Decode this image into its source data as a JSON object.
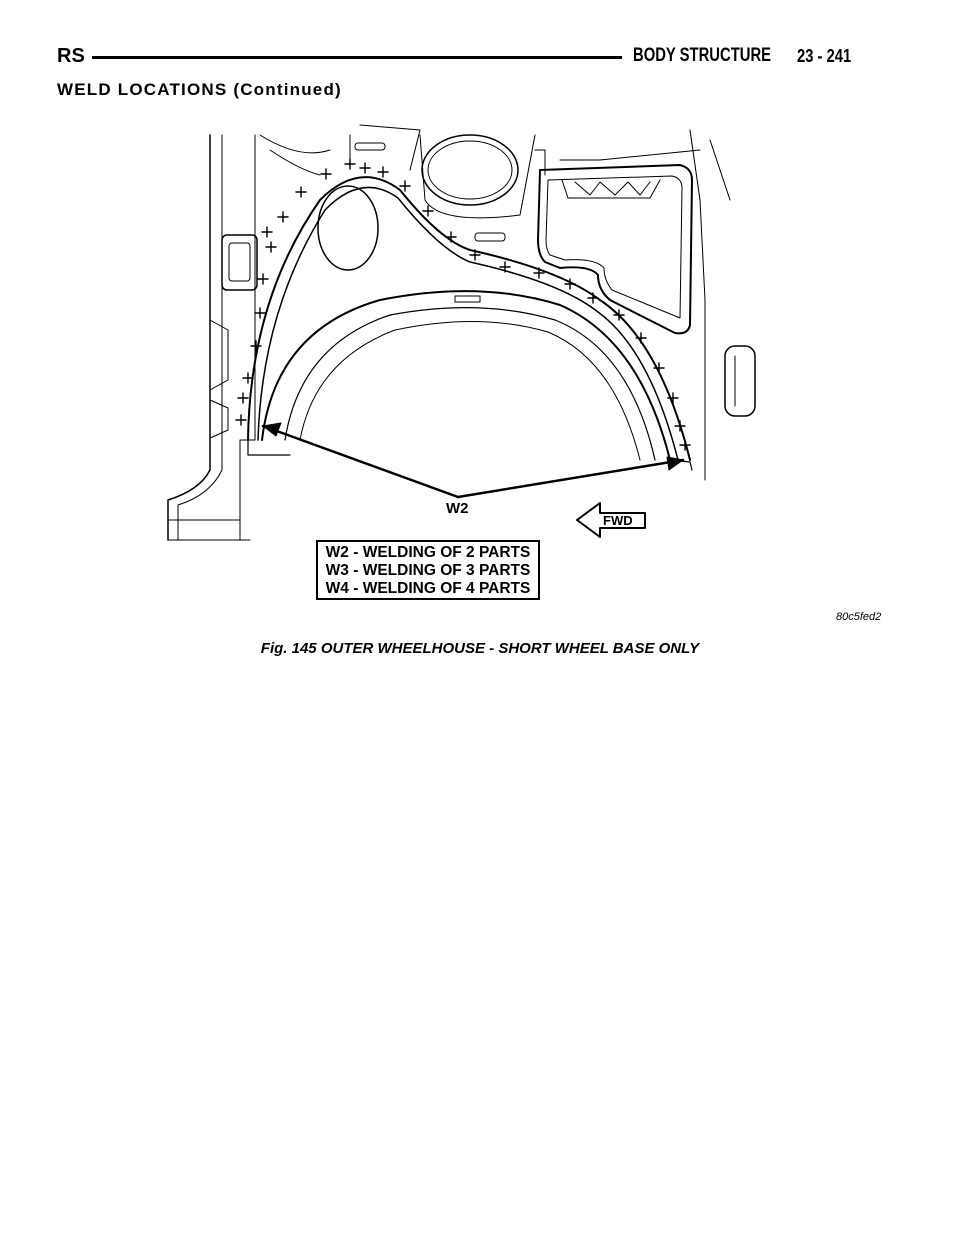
{
  "header": {
    "manual_code": "RS",
    "section_name": "BODY STRUCTURE",
    "page_number": "23 - 241"
  },
  "section_title": "WELD LOCATIONS (Continued)",
  "figure": {
    "callout_label": "W2",
    "fwd_label": "FWD",
    "legend": [
      "W2 - WELDING OF 2 PARTS",
      "W3 - WELDING OF 3 PARTS",
      "W4 - WELDING OF 4 PARTS"
    ],
    "reference_code": "80c5fed2",
    "caption": "Fig. 145 OUTER WHEELHOUSE - SHORT WHEEL BASE ONLY"
  }
}
